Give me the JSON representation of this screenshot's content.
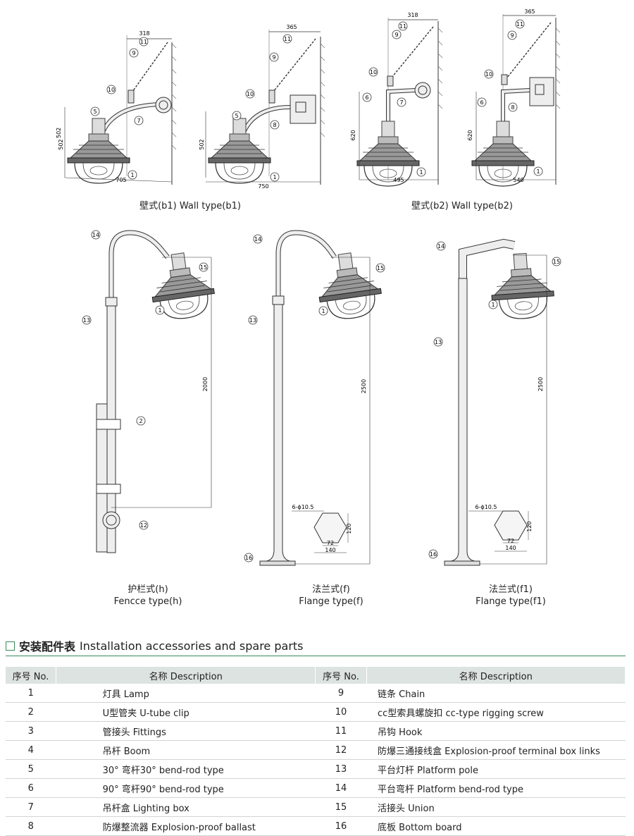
{
  "captions": {
    "b1": "壁式(b1) Wall type(b1)",
    "b2": "壁式(b2) Wall type(b2)",
    "h_cn": "护栏式(h)",
    "h_en": "Fencce type(h)",
    "f_cn": "法兰式(f)",
    "f_en": "Flange type(f)",
    "f1_cn": "法兰式(f1)",
    "f1_en": "Flange type(f1)"
  },
  "dimensions": {
    "b1": {
      "top": "318",
      "height": "502",
      "width": "705"
    },
    "b1b": {
      "top": "365",
      "height": "502",
      "width": "750"
    },
    "b2": {
      "top": "318",
      "height": "620",
      "width": "495"
    },
    "b2b": {
      "top": "365",
      "height": "620",
      "width": "540"
    },
    "h": {
      "height": "2000"
    },
    "f": {
      "height": "2500",
      "holes": "6-ϕ10.5",
      "d120": "120",
      "d72": "72",
      "d140": "140"
    },
    "f1": {
      "height": "2500",
      "holes": "6-ϕ10.5",
      "d120": "120",
      "d72": "72",
      "d140": "140"
    }
  },
  "section": {
    "title_cn": "安装配件表",
    "title_en": "Installation accessories and spare parts"
  },
  "table": {
    "headers": [
      "序号 No.",
      "名称 Description",
      "序号 No.",
      "名称 Description"
    ],
    "rows": [
      {
        "no1": "1",
        "d1": "灯具  Lamp",
        "no2": "9",
        "d2": "链条  Chain"
      },
      {
        "no1": "2",
        "d1": "U型管夹  U-tube clip",
        "no2": "10",
        "d2": "cc型索具螺旋扣  cc-type rigging screw"
      },
      {
        "no1": "3",
        "d1": "管接头  Fittings",
        "no2": "11",
        "d2": "吊钩  Hook"
      },
      {
        "no1": "4",
        "d1": "吊杆  Boom",
        "no2": "12",
        "d2": "防爆三通接线盒  Explosion-proof terminal box links"
      },
      {
        "no1": "5",
        "d1": "30°  弯杆30°  bend-rod type",
        "no2": "13",
        "d2": "平台灯杆  Platform pole"
      },
      {
        "no1": "6",
        "d1": "90°  弯杆90°  bend-rod type",
        "no2": "14",
        "d2": "平台弯杆  Platform bend-rod type"
      },
      {
        "no1": "7",
        "d1": "吊杆盒  Lighting box",
        "no2": "15",
        "d2": "活接头  Union"
      },
      {
        "no1": "8",
        "d1": "防爆整流器  Explosion-proof ballast",
        "no2": "16",
        "d2": "底板  Bottom board"
      }
    ]
  },
  "colors": {
    "accent": "#3a8a5a",
    "header_bg": "#dde3e0"
  }
}
